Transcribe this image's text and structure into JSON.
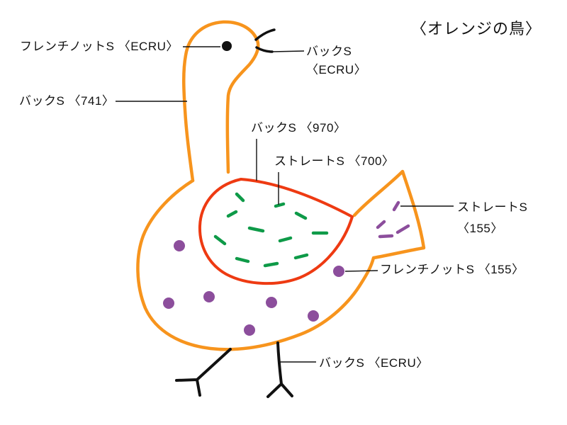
{
  "title": "〈オレンジの鳥〉",
  "colors": {
    "body_outline_orange": "#F7941D",
    "wing_outline_red": "#EE3A12",
    "wing_stitch_green": "#0E9A48",
    "stitch_purple": "#8C4E9C",
    "line_art_black": "#111111",
    "background": "#FFFFFF"
  },
  "labels": {
    "eye": "フレンチノットS 〈ECRU〉",
    "neck": "バックS 〈741〉",
    "beak": "バックS\n〈ECRU〉",
    "wing_outline": "バックS 〈970〉",
    "wing_stitch": "ストレートS 〈700〉",
    "tail_stitch": "ストレートS\n〈155〉",
    "body_dots": "フレンチノットS 〈155〉",
    "legs": "バックS 〈ECRU〉"
  }
}
